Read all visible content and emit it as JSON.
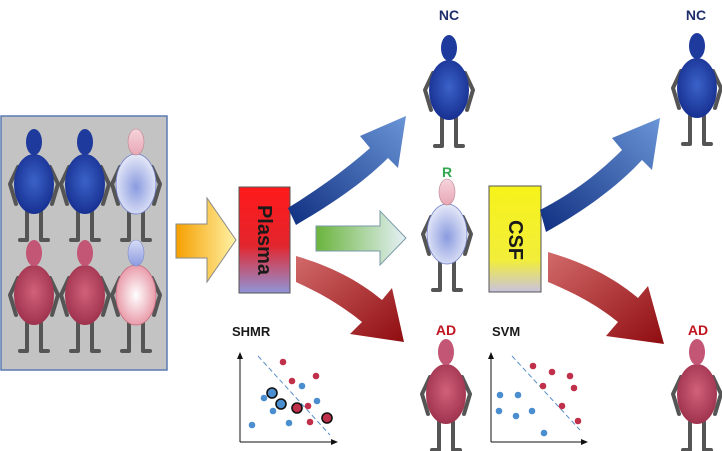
{
  "labels": {
    "nc_middle": "NC",
    "nc_right": "NC",
    "r_middle": "R",
    "ad_middle": "AD",
    "ad_right": "AD",
    "plasma": "Plasma",
    "csf": "CSF",
    "shmr": "SHMR",
    "svm": "SVM"
  },
  "colors": {
    "nc_text": "#1f2f6b",
    "ad_text": "#c0141f",
    "r_text": "#2fa84f",
    "blue_dark": "#1a36a0",
    "red_dark": "#a2121a",
    "panel_bg": "#c3c3c3",
    "panel_border": "#5a7bb4"
  },
  "icons": [
    "person-icon",
    "arrow-icon",
    "scatter-plot-icon"
  ]
}
